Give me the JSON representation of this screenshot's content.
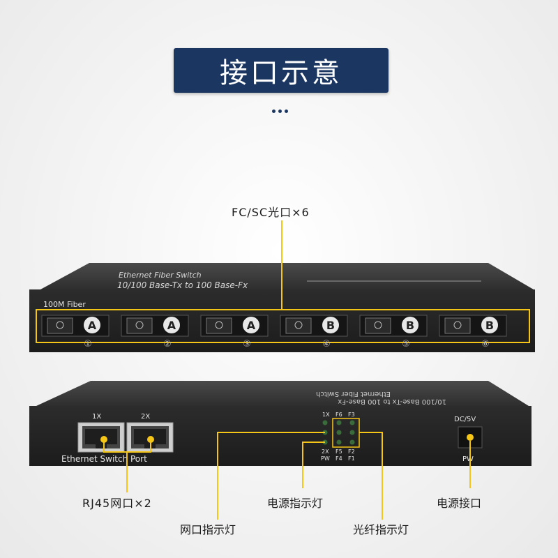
{
  "title": "接口示意",
  "colors": {
    "title_bg": "#1b3660",
    "callout_line": "#f5c518",
    "device_body": "#2a2a2a"
  },
  "front_panel": {
    "label_top_1": "Ethernet Fiber Switch",
    "label_top_2": "10/100 Base-Tx to 100 Base-Fx",
    "fiber_label": "100M Fiber",
    "ports": [
      {
        "letter": "A",
        "number": "①"
      },
      {
        "letter": "A",
        "number": "②"
      },
      {
        "letter": "A",
        "number": "③"
      },
      {
        "letter": "B",
        "number": "④"
      },
      {
        "letter": "B",
        "number": "⑤"
      },
      {
        "letter": "B",
        "number": "⑥"
      }
    ]
  },
  "back_panel": {
    "top_label_1": "Ethernet Fiber Switch",
    "top_label_2": "10/100 Base-Tx to 100 Base-Fx",
    "rj45_port_1": "1X",
    "rj45_port_2": "2X",
    "rj45_caption": "Ethernet Switch Port",
    "led_left": [
      "1X",
      "2X",
      "PW"
    ],
    "led_grid_top": [
      "F6",
      "F3"
    ],
    "led_grid_bottom_1": [
      "F5",
      "F2"
    ],
    "led_grid_bottom_2": [
      "F4",
      "F1"
    ],
    "dc_label": "DC/5V",
    "pw_label": "PW"
  },
  "callouts": {
    "fiber_ports": "FC/SC光口×6",
    "rj45": "RJ45网口×2",
    "net_led": "网口指示灯",
    "power_led": "电源指示灯",
    "fiber_led": "光纤指示灯",
    "power_port": "电源接口"
  }
}
